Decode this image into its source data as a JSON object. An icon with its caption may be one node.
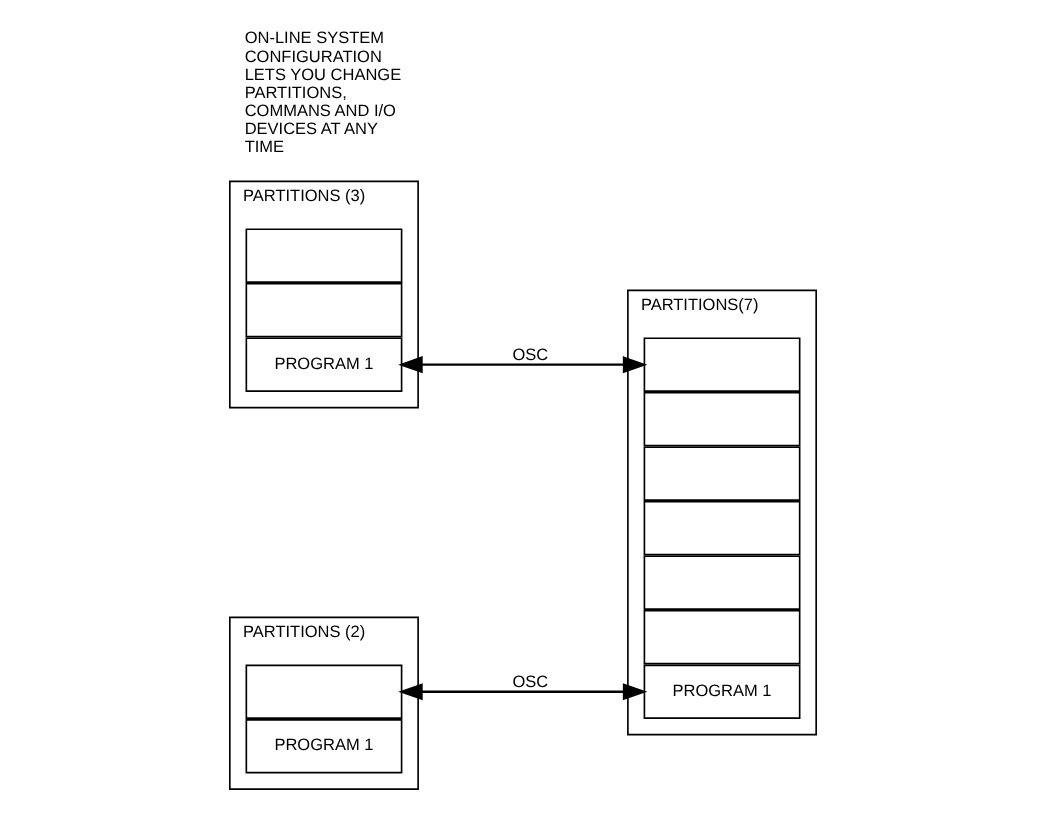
{
  "diagram": {
    "nodes": [
      {
        "text": [],
        "shape": "box",
        "beside": [
          "PARTITIONS (3)"
        ]
      },
      {
        "text": [],
        "shape": "box",
        "in": 0
      },
      {
        "text": [],
        "shape": "box",
        "in": 0
      },
      {
        "text": [
          "PROGRAM 1"
        ],
        "in": 0
      },
      {
        "text": [],
        "shape": "box",
        "beside": [
          "PARTITIONS(7)"
        ]
      },
      {
        "text": [],
        "shape": "box",
        "in": 4
      },
      {
        "text": [],
        "shape": "box",
        "in": 4
      },
      {
        "text": [],
        "shape": "box",
        "in": 4
      },
      {
        "text": [],
        "shape": "box",
        "in": 4
      },
      {
        "text": [],
        "shape": "box",
        "in": 4
      },
      {
        "text": [],
        "shape": "box",
        "in": 4
      },
      {
        "text": [
          "PROGRAM 1"
        ],
        "in": 4
      },
      {
        "text": [],
        "shape": "box",
        "beside": [
          "PARTITIONS (2)"
        ]
      },
      {
        "text": [],
        "shape": "box",
        "in": 12
      },
      {
        "text": [
          "PROGRAM 1"
        ],
        "in": 12
      }
    ],
    "edges": [
      {
        "from": 3,
        "to": 5,
        "arrow": "both",
        "label": "OSC"
      },
      {
        "from": 13,
        "to": 11,
        "arrow": "both",
        "label": "OSC"
      }
    ],
    "labels": [
      "ON-LINE SYSTEM CONFIGURATION LETS YOU CHANGE PARTITIONS, COMMANS AND I/O DEVICES AT ANY TIME"
    ]
  }
}
